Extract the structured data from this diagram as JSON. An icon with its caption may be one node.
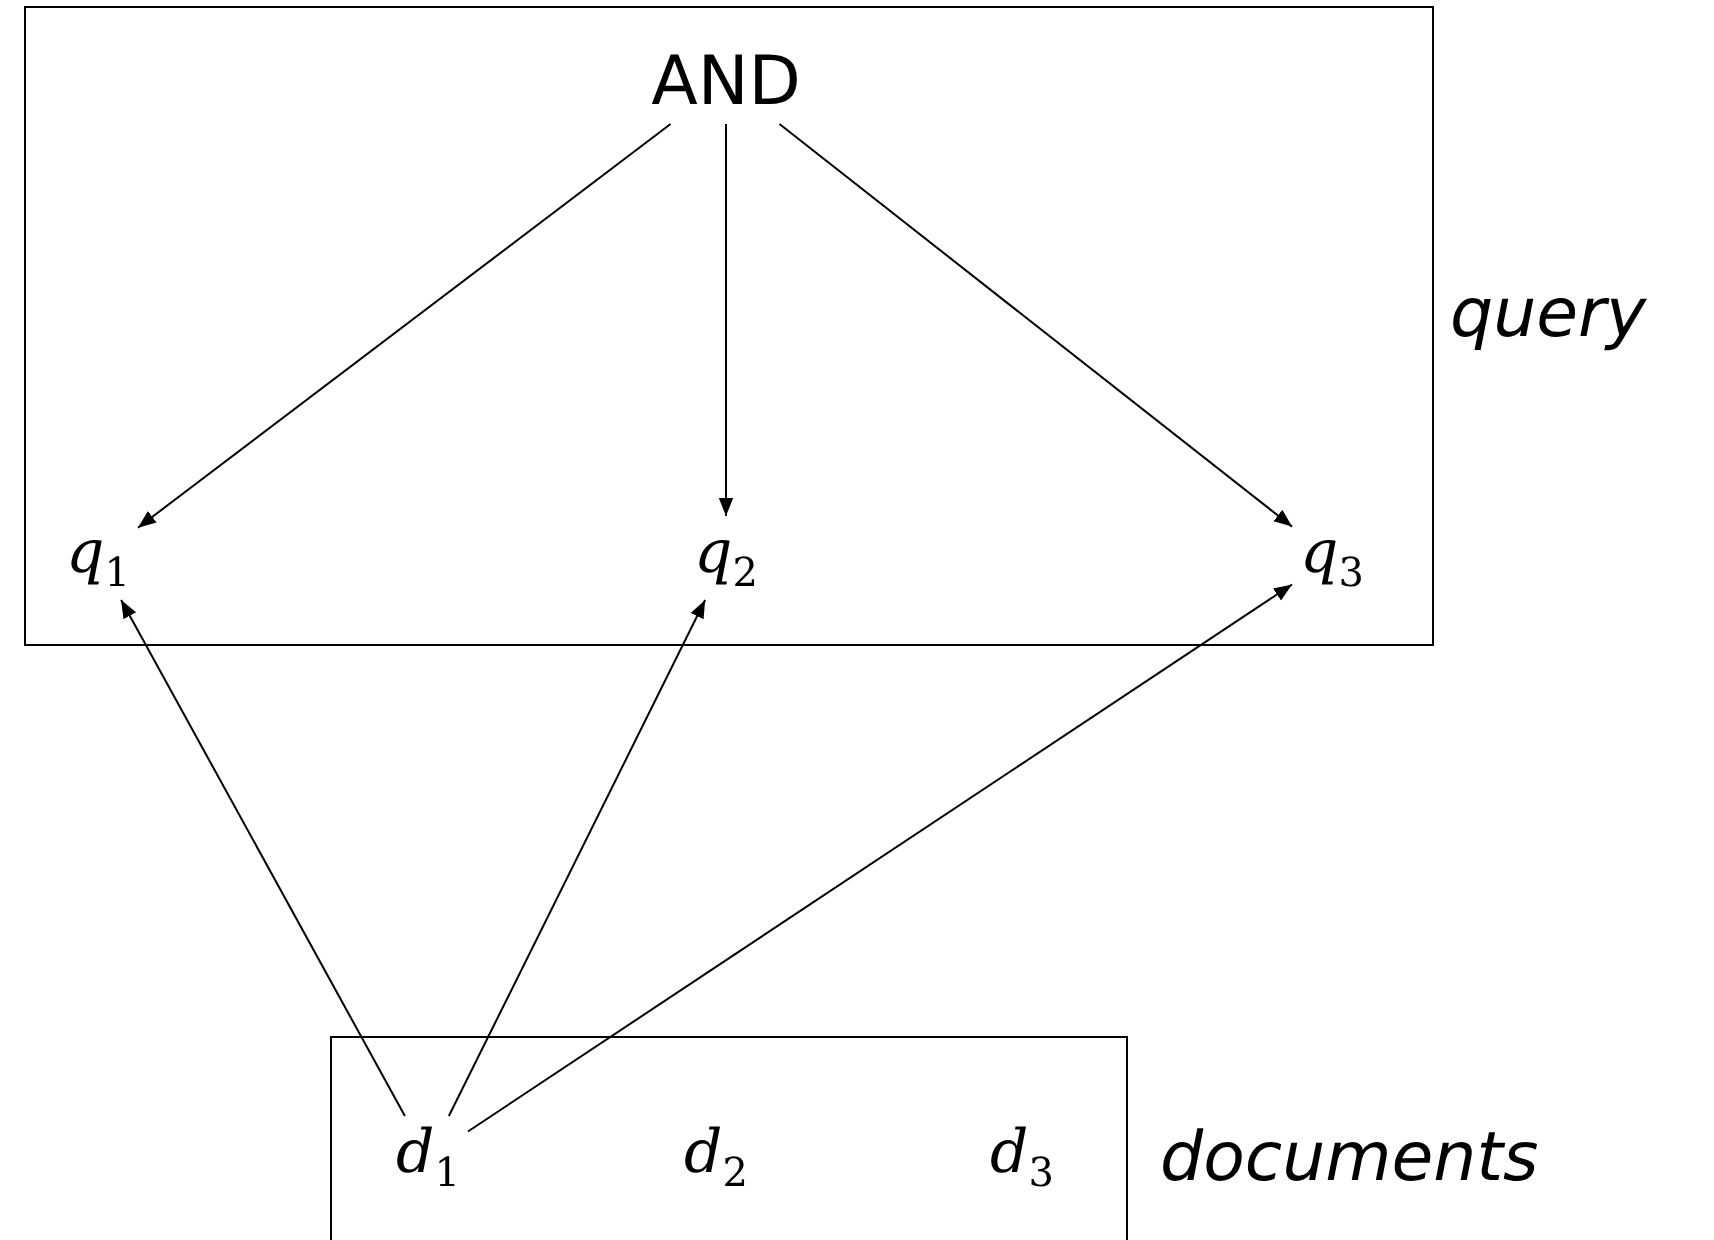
{
  "diagram": {
    "nodes": [
      {
        "text": [
          "query"
        ]
      },
      {
        "text": [
          "AND"
        ],
        "in": 0
      },
      {
        "text": [
          "*q*$_{1}$"
        ],
        "in": 0
      },
      {
        "text": [
          "*q*$_{2}$"
        ],
        "in": 0
      },
      {
        "text": [
          "*q*$_{3}$"
        ],
        "in": 0
      },
      {
        "text": [
          "documents"
        ]
      },
      {
        "text": [
          "*d*$_{1}$"
        ],
        "in": 5
      },
      {
        "text": [
          "*d*$_{2}$"
        ],
        "in": 5
      },
      {
        "text": [
          "*d*$_{3}$"
        ],
        "in": 5
      }
    ],
    "edges": [
      {
        "from": 1,
        "to": 2,
        "arrow": "to"
      },
      {
        "from": 1,
        "to": 3,
        "arrow": "to"
      },
      {
        "from": 1,
        "to": 4,
        "arrow": "to"
      },
      {
        "from": 6,
        "to": 2,
        "arrow": "to"
      },
      {
        "from": 6,
        "to": 3,
        "arrow": "to"
      },
      {
        "from": 6,
        "to": 4,
        "arrow": "to"
      }
    ]
  }
}
